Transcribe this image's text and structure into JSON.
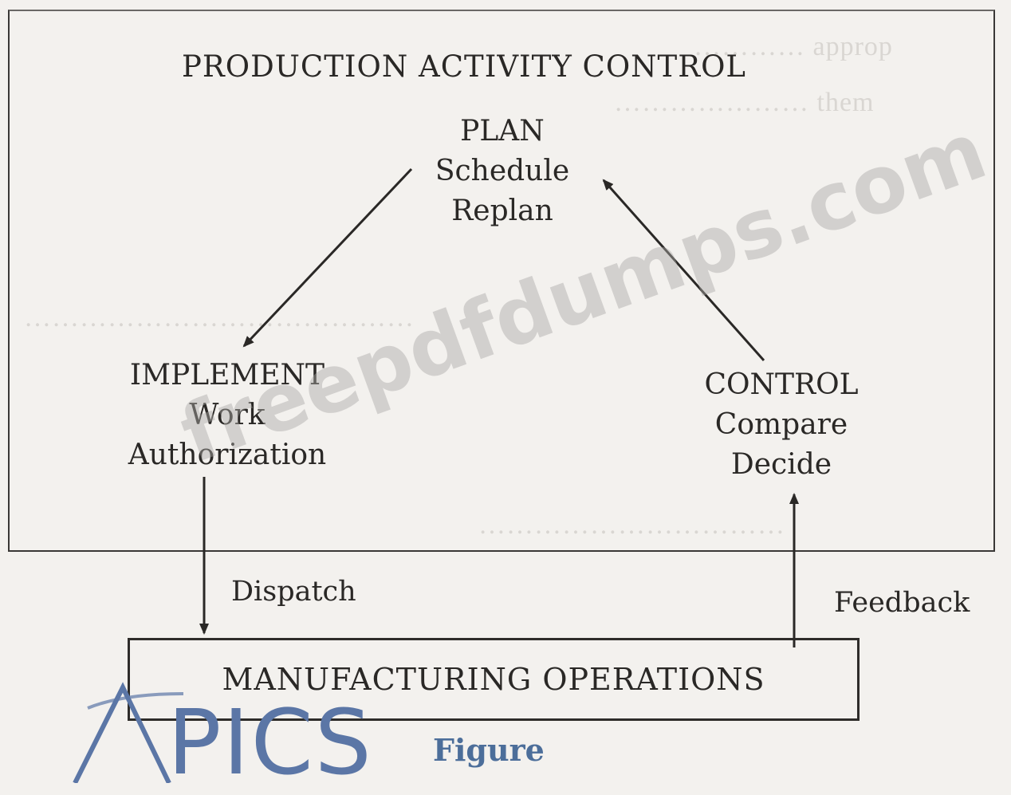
{
  "outer_box": {
    "title": "PRODUCTION ACTIVITY CONTROL"
  },
  "plan": {
    "heading": "PLAN",
    "line1": "Schedule",
    "line2": "Replan"
  },
  "implement": {
    "heading": "IMPLEMENT",
    "line1": "Work",
    "line2": "Authorization"
  },
  "control": {
    "heading": "CONTROL",
    "line1": "Compare",
    "line2": "Decide"
  },
  "edges": {
    "dispatch": "Dispatch",
    "feedback": "Feedback"
  },
  "operations_box": {
    "label": "MANUFACTURING OPERATIONS"
  },
  "watermark": "freepdfdumps.com",
  "logo": {
    "text": "PICS",
    "initial": "A"
  },
  "caption": "Figure",
  "colors": {
    "ink": "#2a2826",
    "logo_blue": "#5b76a6",
    "background": "#f3f1ee"
  }
}
